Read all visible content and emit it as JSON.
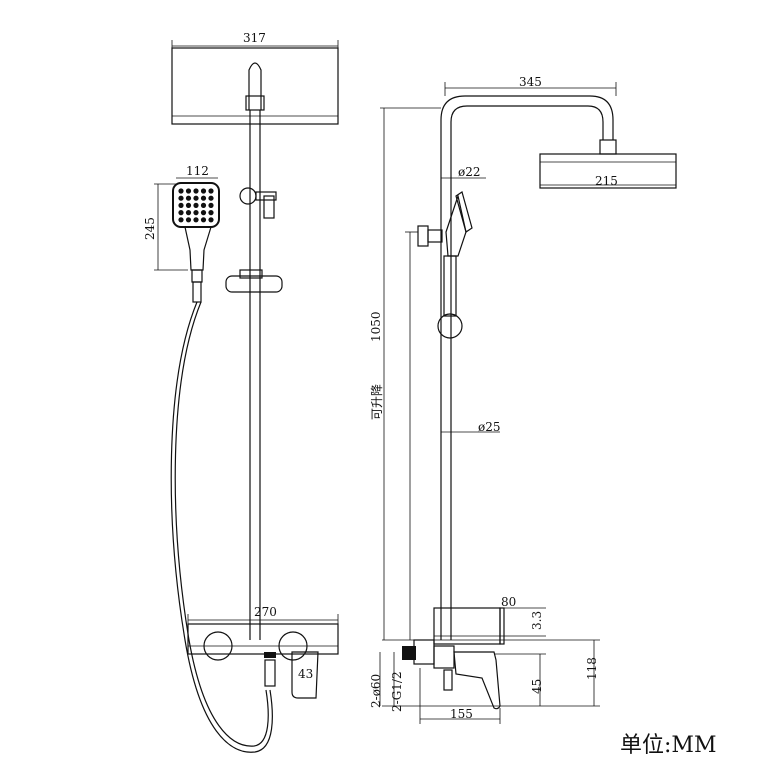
{
  "front_view": {
    "top_shower_width": "317",
    "handheld_width": "112",
    "handheld_height": "245",
    "mixer_width": "270",
    "lever_dim": "43"
  },
  "side_view": {
    "arm_reach": "345",
    "top_shower_depth": "215",
    "upper_pipe_dia": "ø22",
    "lower_pipe_dia": "ø25",
    "total_height": "1050",
    "adjustable_label": "可升降",
    "mixer_depth": "80",
    "mixer_offset": "3.3",
    "body_height": "118",
    "spout_height": "45",
    "spout_projection": "155",
    "escutcheon_spec": "2-ø60",
    "thread_spec": "2-G1/2"
  },
  "unit_label": "单位:MM"
}
